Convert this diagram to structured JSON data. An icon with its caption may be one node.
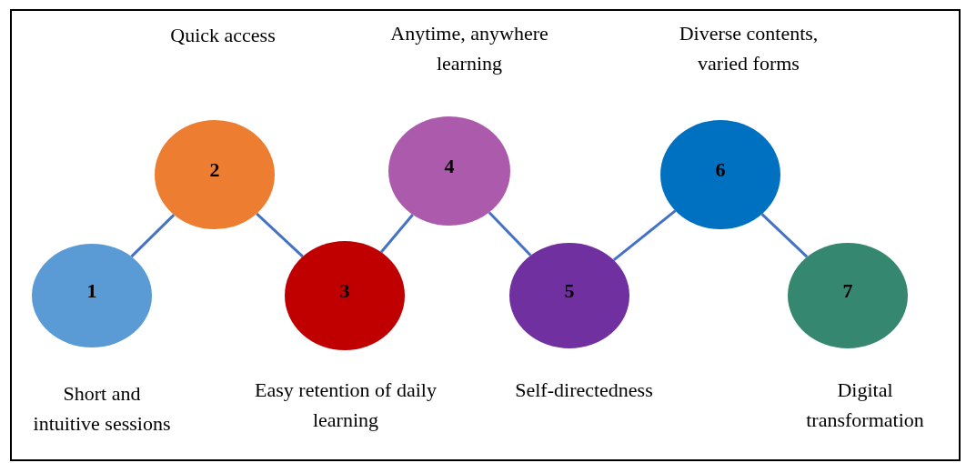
{
  "diagram": {
    "nodes": [
      {
        "text": [
          "1"
        ],
        "beside": [
          "Short and intuitive sessions"
        ]
      },
      {
        "text": [
          "2"
        ],
        "beside": [
          "Quick access"
        ]
      },
      {
        "text": [
          "3"
        ],
        "beside": [
          "Easy retention of daily learning"
        ]
      },
      {
        "text": [
          "4"
        ],
        "beside": [
          "Anytime, anywhere learning"
        ]
      },
      {
        "text": [
          "5"
        ],
        "beside": [
          "Self-directedness"
        ]
      },
      {
        "text": [
          "6"
        ],
        "beside": [
          "Diverse contents, varied forms"
        ]
      },
      {
        "text": [
          "7"
        ],
        "beside": [
          "Digital transformation"
        ]
      }
    ],
    "edges": [
      {
        "from": 0,
        "to": 1,
        "arrow": "none"
      },
      {
        "from": 1,
        "to": 2,
        "arrow": "none"
      },
      {
        "from": 2,
        "to": 3,
        "arrow": "none"
      },
      {
        "from": 3,
        "to": 4,
        "arrow": "none"
      },
      {
        "from": 4,
        "to": 5,
        "arrow": "none"
      },
      {
        "from": 5,
        "to": 6,
        "arrow": "none"
      }
    ]
  }
}
